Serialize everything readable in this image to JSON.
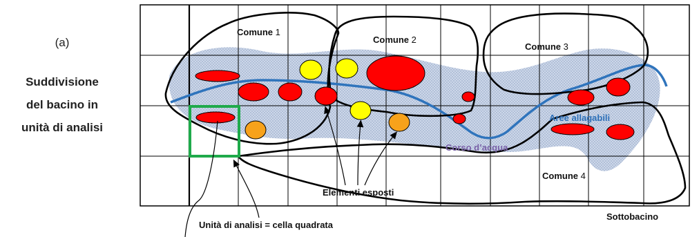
{
  "panel_label": "(a)",
  "panel_title": "Suddivisione\ndel bacino in\nunità di analisi",
  "comuni": {
    "c1": {
      "bold": "Comune",
      "num": " 1"
    },
    "c2": {
      "bold": "Comune",
      "num": " 2"
    },
    "c3": {
      "bold": "Comune",
      "num": " 3"
    },
    "c4": {
      "bold": "Comune",
      "num": " 4"
    }
  },
  "labels": {
    "flood_areas": "Aree allagabili",
    "river": "Corso d’acqua",
    "exposed": "Elementi esposti",
    "unit": "Unità di analisi = cella quadrata",
    "subbasin": "Sottobacino"
  },
  "colors": {
    "grid": "#000000",
    "flood_fill": "#b9c7de",
    "river": "#2f74bc",
    "element_red": "#ff0000",
    "element_yellow": "#ffff00",
    "element_orange": "#f7a21b",
    "unit_cell": "#1faa4b"
  }
}
